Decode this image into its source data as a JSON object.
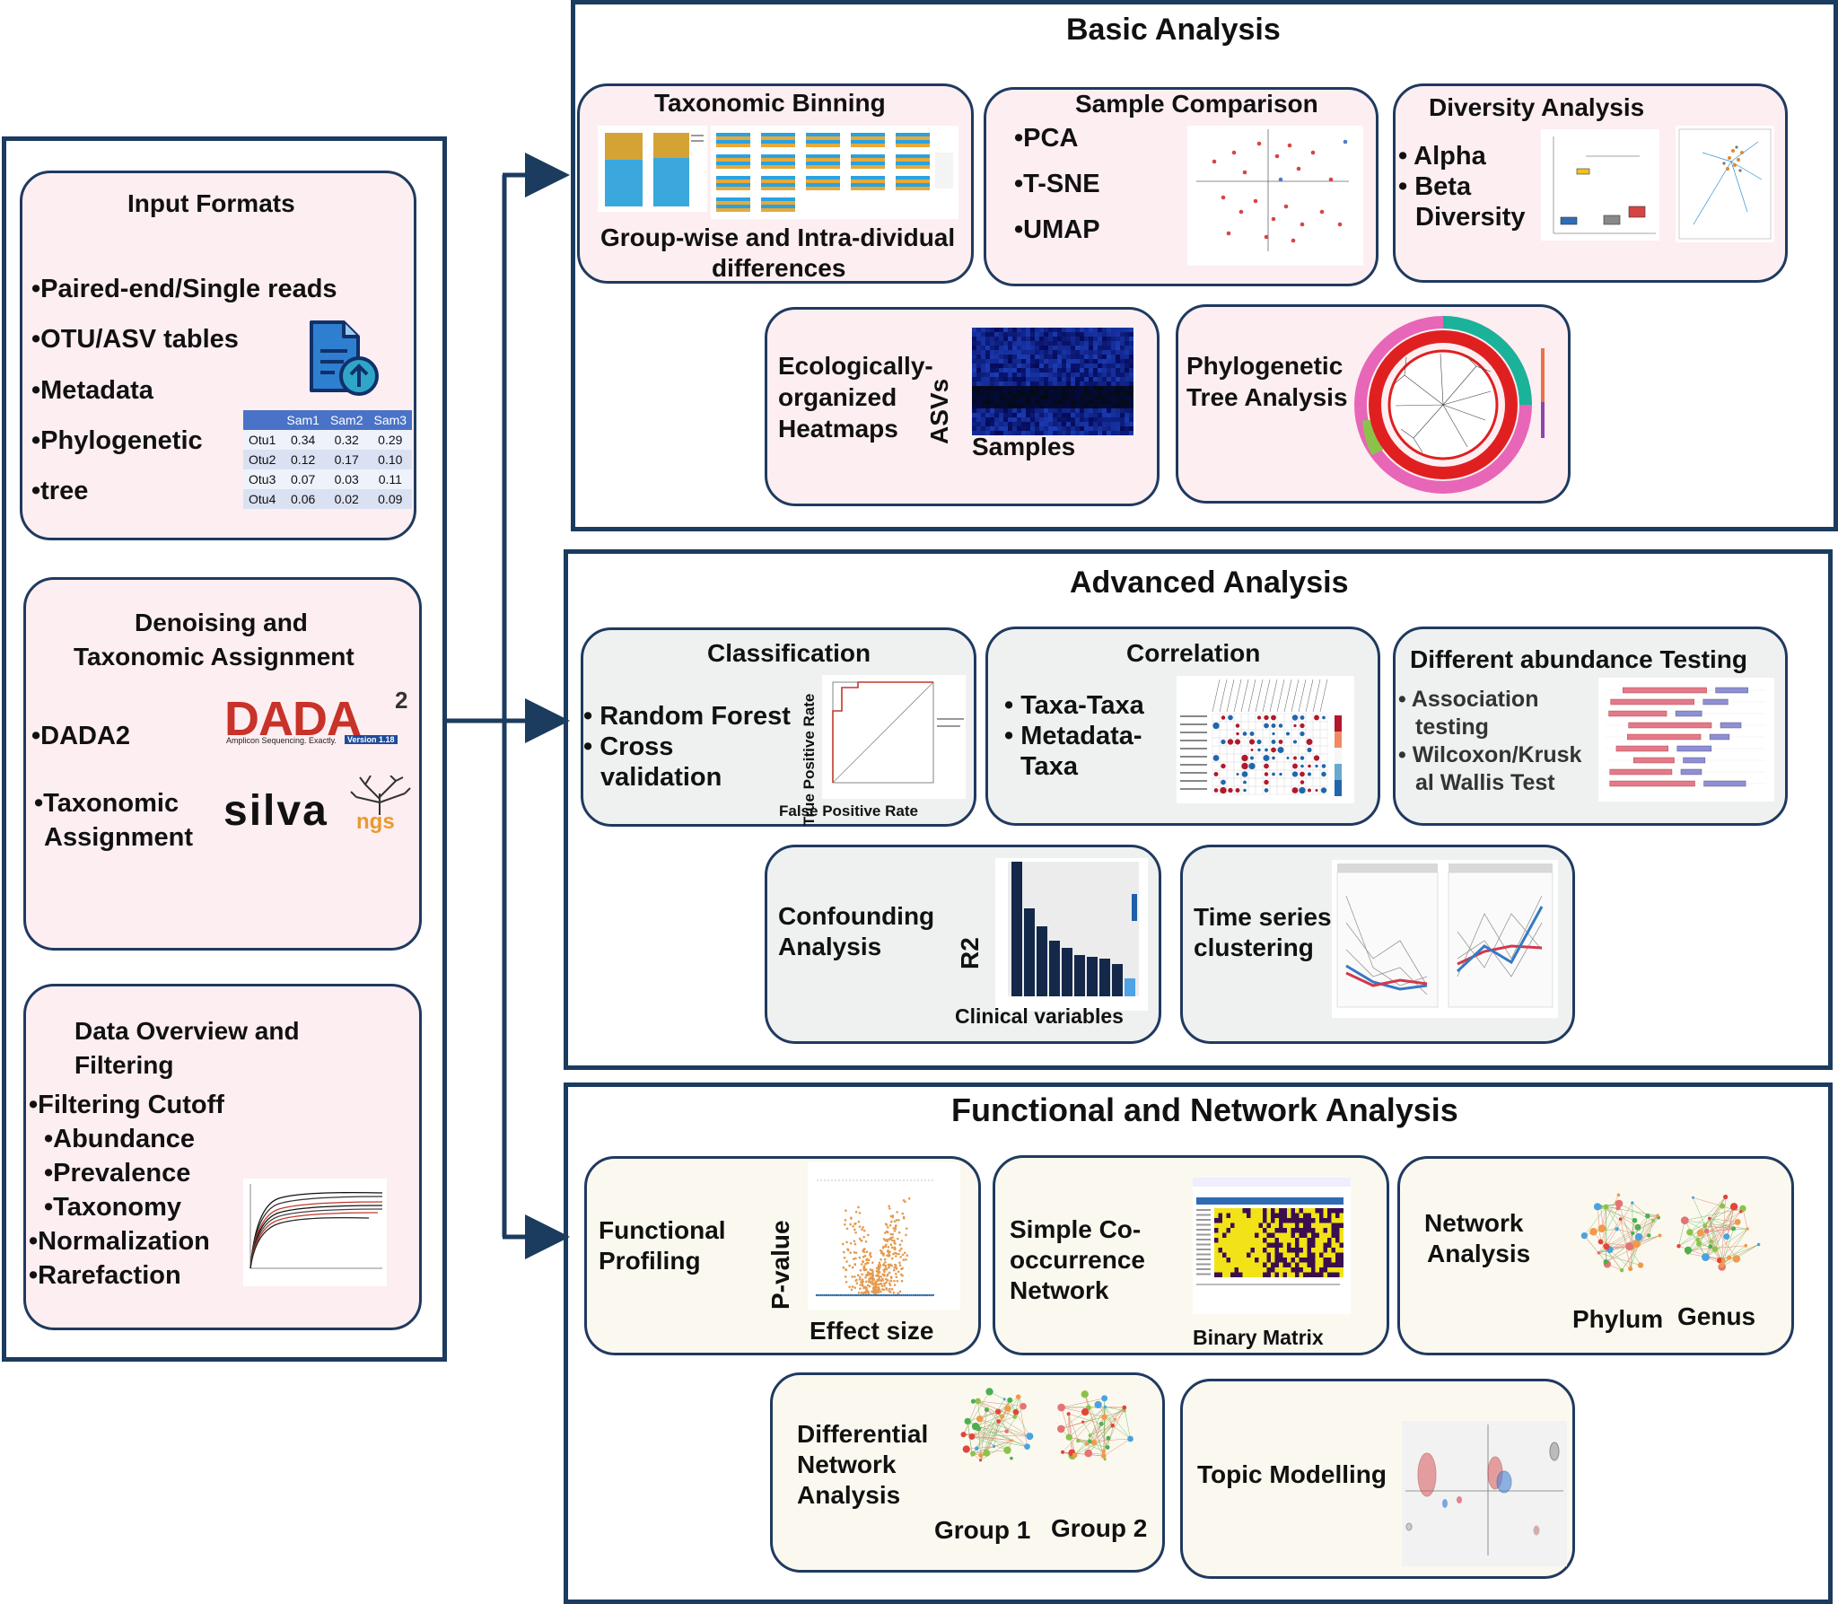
{
  "left_panel": {
    "input_formats": {
      "title": "Input Formats",
      "items": [
        "•Paired-end/Single  reads",
        "•OTU/ASV tables",
        "•Metadata",
        "•Phylogenetic",
        "•tree"
      ],
      "table": {
        "headers": [
          "",
          "Sam1",
          "Sam2",
          "Sam3"
        ],
        "rows": [
          [
            "Otu1",
            "0.34",
            "0.32",
            "0.29"
          ],
          [
            "Otu2",
            "0.12",
            "0.17",
            "0.10"
          ],
          [
            "Otu3",
            "0.07",
            "0.03",
            "0.11"
          ],
          [
            "Otu4",
            "0.06",
            "0.02",
            "0.09"
          ]
        ]
      }
    },
    "denoising": {
      "title_line1": "Denoising and",
      "title_line2": "Taxonomic Assignment",
      "item1": "•DADA2",
      "item2_line1": "•Taxonomic",
      "item2_line2": "Assignment",
      "dada2_logo": "DADA",
      "dada2_sup": "2",
      "dada2_tagline": "Amplicon Sequencing. Exactly.",
      "dada2_version": "Version 1.18",
      "silva_logo": "silva",
      "silva_ngs": "ngs"
    },
    "overview": {
      "title_line1": "Data Overview and",
      "title_line2": "Filtering",
      "items": [
        "•Filtering Cutoff",
        "•Abundance",
        "•Prevalence",
        "•Taxonomy",
        "•Normalization",
        "•Rarefaction"
      ]
    }
  },
  "basic": {
    "title": "Basic Analysis",
    "taxonomic_binning": {
      "title": "Taxonomic Binning",
      "caption_line1": "Group-wise and Intra-dividual",
      "caption_line2": "differences"
    },
    "sample_comparison": {
      "title": "Sample Comparison",
      "items": [
        "•PCA",
        "•T-SNE",
        "•UMAP"
      ]
    },
    "diversity": {
      "title": "Diversity Analysis",
      "items": [
        "• Alpha",
        "• Beta",
        "Diversity"
      ]
    },
    "heatmaps": {
      "label_lines": [
        "Ecologically-",
        "organized",
        "Heatmaps"
      ],
      "y_axis": "ASVs",
      "x_axis": "Samples"
    },
    "phylo": {
      "label_lines": [
        "Phylogenetic",
        "Tree Analysis"
      ]
    }
  },
  "advanced": {
    "title": "Advanced Analysis",
    "classification": {
      "title": "Classification",
      "items": [
        "• Random Forest",
        "• Cross",
        "validation"
      ],
      "y_axis": "True Positive Rate",
      "x_axis": "False Positive Rate"
    },
    "correlation": {
      "title": "Correlation",
      "items": [
        "• Taxa-Taxa",
        "• Metadata-",
        "Taxa"
      ]
    },
    "diff_abundance": {
      "title": "Different abundance Testing",
      "items": [
        "• Association",
        "testing",
        "• Wilcoxon/Krusk",
        "al Wallis  Test"
      ]
    },
    "confounding": {
      "label_lines": [
        "Confounding",
        "Analysis"
      ],
      "y_axis": "R2",
      "x_axis": "Clinical variables"
    },
    "time_series": {
      "label_lines": [
        "Time series",
        "clustering"
      ]
    }
  },
  "functional": {
    "title": "Functional and Network Analysis",
    "functional_profiling": {
      "label_lines": [
        "Functional",
        "Profiling"
      ],
      "y_axis": "P-value",
      "x_axis": "Effect size"
    },
    "cooccurrence": {
      "label_lines": [
        "Simple Co-",
        "occurrence",
        "Network"
      ],
      "caption": "Binary Matrix"
    },
    "network": {
      "label_lines": [
        "Network",
        "Analysis"
      ],
      "caption1": "Phylum",
      "caption2": "Genus"
    },
    "differential": {
      "label_lines": [
        "Differential",
        "Network",
        "Analysis"
      ],
      "caption1": "Group 1",
      "caption2": "Group 2"
    },
    "topic": {
      "label": "Topic Modelling"
    }
  },
  "colors": {
    "frame": "#1b3b5f",
    "pink_box": "#fdeef1",
    "grey_box": "#eef1f0",
    "cream_box": "#fbf9ef",
    "arrow": "#1b3b5f"
  }
}
